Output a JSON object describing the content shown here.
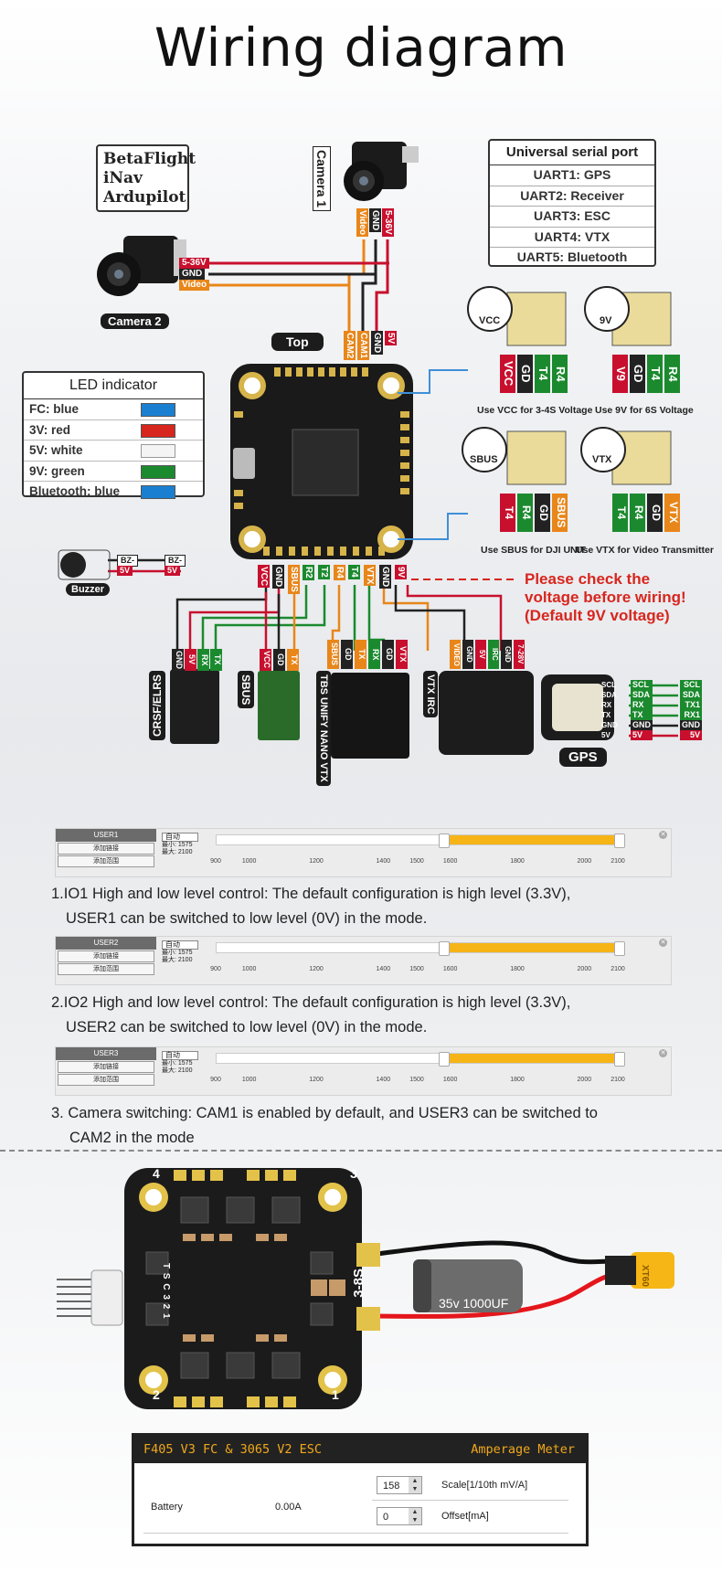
{
  "title": "Wiring diagram",
  "firmware": [
    "BetaFlight",
    "iNav",
    "Ardupilot"
  ],
  "uart": {
    "header": "Universal serial port",
    "rows": [
      "UART1: GPS",
      "UART2: Receiver",
      "UART3: ESC",
      "UART4: VTX",
      "UART5: Bluetooth"
    ]
  },
  "led": {
    "header": "LED indicator",
    "rows": [
      {
        "label": "FC:  blue",
        "color": "#1a7fd1"
      },
      {
        "label": "3V:  red",
        "color": "#d7261e"
      },
      {
        "label": "5V:  white",
        "color": "#f4f4f4"
      },
      {
        "label": "9V:  green",
        "color": "#1b8a2e"
      },
      {
        "label": "Bluetooth:  blue",
        "color": "#1a7fd1"
      }
    ]
  },
  "camera1": {
    "label": "Camera 1",
    "pins": [
      "Video",
      "GND",
      "5-36V"
    ]
  },
  "camera2": {
    "label": "Camera 2",
    "pins": [
      "5-36V",
      "GND",
      "Video"
    ]
  },
  "fc_top_label": "Top",
  "fc_top_pads": [
    "CAM2",
    "CAM1",
    "GND",
    "5V"
  ],
  "fc_bottom_pads": [
    "VCC",
    "GND",
    "SBUS",
    "R2",
    "T2",
    "R4",
    "T4",
    "VTX",
    "GND",
    "9V"
  ],
  "buzzer": {
    "label": "Buzzer",
    "pins": [
      "BZ-",
      "5V"
    ],
    "pins2": [
      "BZ-",
      "5V"
    ]
  },
  "selectors": [
    {
      "pad": "VCC",
      "pins": [
        "VCC",
        "GD",
        "T4",
        "R4"
      ],
      "note": "Use VCC for 3-4S Voltage"
    },
    {
      "pad": "9V",
      "pins": [
        "V9",
        "GD",
        "T4",
        "R4"
      ],
      "note": "Use 9V for 6S Voltage"
    },
    {
      "pad": "SBUS",
      "pins": [
        "T4",
        "R4",
        "GD",
        "SBUS"
      ],
      "note": "Use SBUS for DJI UNIT"
    },
    {
      "pad": "VTX",
      "pins": [
        "T4",
        "R4",
        "GD",
        "VTX"
      ],
      "note": "Use VTX for Video Transmitter"
    }
  ],
  "warning": [
    "Please check the",
    "voltage before wiring!",
    "(Default 9V voltage)"
  ],
  "peripherals": [
    {
      "label": "CRSF/ELRS",
      "pins": [
        "GND",
        "5V",
        "RX",
        "TX"
      ]
    },
    {
      "label": "SBUS",
      "pins": [
        "VCC",
        "GD",
        "TX"
      ]
    },
    {
      "label": "TBS UNIFY NANO VTX",
      "pins": [
        "SBUS",
        "GD",
        "TX",
        "RX",
        "GD",
        "VTX"
      ]
    },
    {
      "label": "VTX IRC",
      "pins": [
        "VIDEO",
        "GND",
        "5V",
        "IRC",
        "GND",
        "7-28V"
      ]
    }
  ],
  "gps": {
    "label": "GPS",
    "left": [
      "SCL",
      "SDA",
      "RX",
      "TX",
      "GND",
      "5V"
    ],
    "right": [
      "SCL",
      "SDA",
      "TX1",
      "RX1",
      "GND",
      "5V"
    ]
  },
  "sliders": [
    {
      "user": "USER1",
      "b1": "添加链接",
      "b2": "添加范围",
      "mode": "自动",
      "min": "最小: 1575",
      "max": "最大: 2100",
      "from": 1575,
      "to": 2100
    },
    {
      "user": "USER2",
      "b1": "添加链接",
      "b2": "添加范围",
      "mode": "自动",
      "min": "最小: 1575",
      "max": "最大: 2100",
      "from": 1575,
      "to": 2100
    },
    {
      "user": "USER3",
      "b1": "添加链接",
      "b2": "添加范围",
      "mode": "自动",
      "min": "最小: 1575",
      "max": "最大: 2100",
      "from": 1575,
      "to": 2100
    }
  ],
  "ticks": [
    "900",
    "1000",
    "1200",
    "1400",
    "1500",
    "1600",
    "1800",
    "2000",
    "2100"
  ],
  "para1": [
    "1.IO1 High and low level control: The default configuration is high level (3.3V),",
    "USER1 can be switched to low level (0V) in the mode."
  ],
  "para2": [
    "2.IO2 High and low level control: The default configuration is high level (3.3V),",
    "USER2 can be switched to low level (0V) in the mode."
  ],
  "para3": [
    "3. Camera switching: CAM1 is enabled by default, and USER3 can be switched to",
    "CAM2 in the mode"
  ],
  "esc": {
    "corners": [
      "4",
      "3",
      "2",
      "1"
    ],
    "voltage": "3-8S",
    "capacitor": "35v 1000UF",
    "connector": "XT60",
    "motor_pins": "T S C 3 2 1"
  },
  "amp": {
    "title": "F405 V3 FC & 3065 V2 ESC",
    "right": "Amperage Meter",
    "row_label": "Battery",
    "row_value": "0.00A",
    "scale": "158",
    "scale_label": "Scale[1/10th mV/A]",
    "offset": "0",
    "offset_label": "Offset[mA]"
  }
}
